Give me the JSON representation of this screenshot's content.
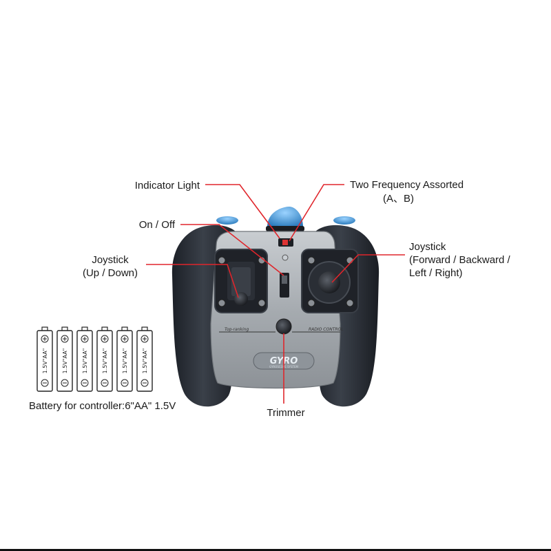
{
  "labels": {
    "indicator_light": "Indicator Light",
    "two_frequency": "Two Frequency Assorted",
    "two_frequency_sub": "(A、B)",
    "on_off": "On / Off",
    "joystick_left": "Joystick",
    "joystick_left_sub": "(Up / Down)",
    "joystick_right": "Joystick",
    "joystick_right_sub1": "(Forward / Backward /",
    "joystick_right_sub2": "Left / Right)",
    "battery_caption": "Battery for controller:6\"AA\" 1.5V",
    "trimmer": "Trimmer"
  },
  "controller": {
    "sticker_left": "Top-ranking",
    "sticker_right": "RADIO CONTROL",
    "brand": "GYRO",
    "brand_sub": "GYROSCOPE SYSTEM"
  },
  "battery": {
    "count": 6,
    "cell_label": "1.5V\"AA\""
  },
  "colors": {
    "leader_line": "#e0252b",
    "grip": "#2a2e36",
    "faceplate": "#aeb3b8",
    "accent_blue": "#2f8fd4"
  }
}
